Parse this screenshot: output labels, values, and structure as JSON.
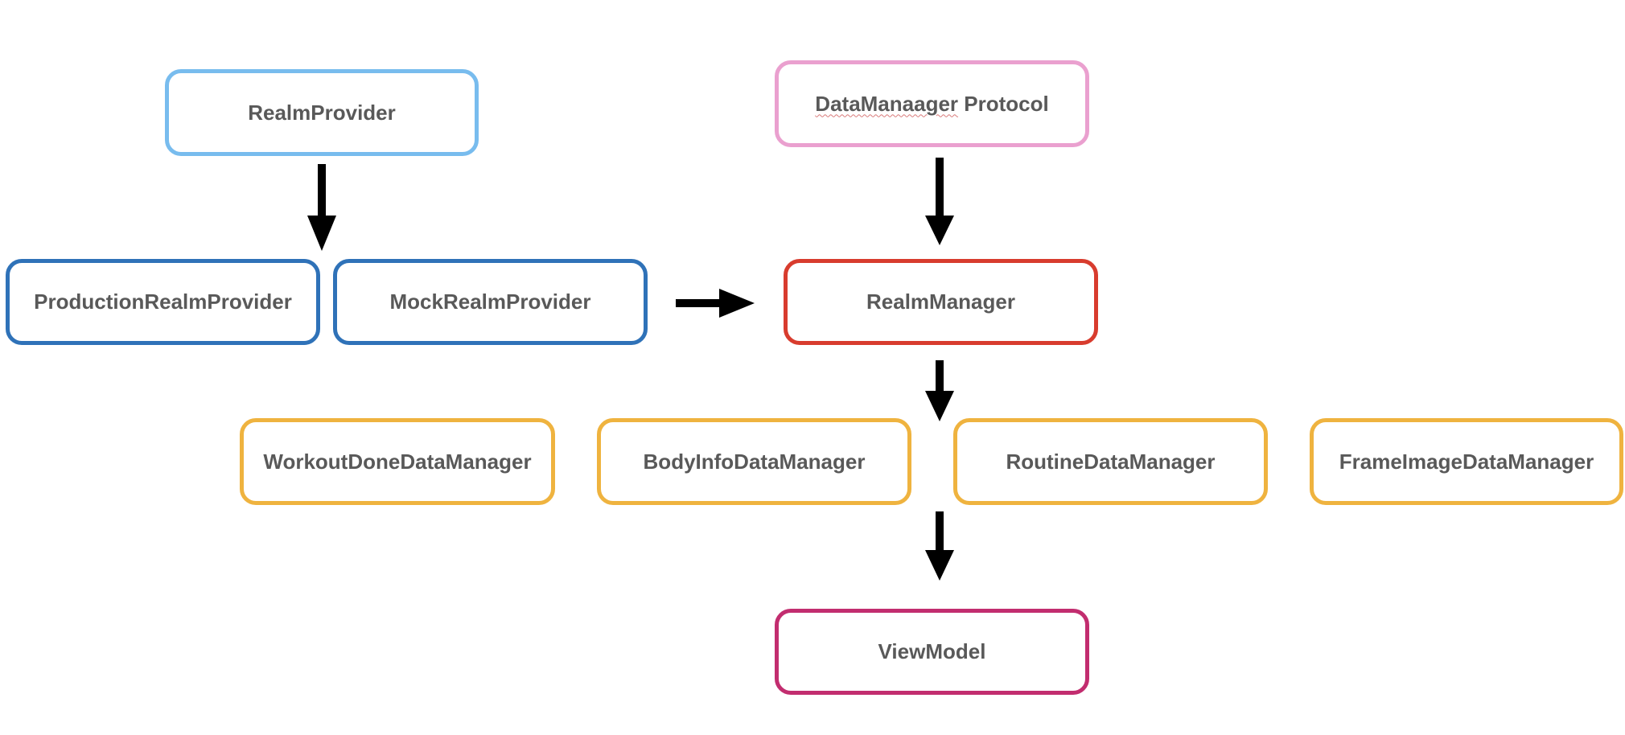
{
  "colors": {
    "light_blue": "#78bcee",
    "pink": "#eaa0cf",
    "dark_blue": "#2f72b8",
    "red": "#d83c2e",
    "orange": "#efb33f",
    "magenta": "#c22d6f",
    "text": "#595959",
    "arrow": "#000000"
  },
  "nodes": {
    "realm_provider": "RealmProvider",
    "data_manager_protocol": {
      "name": "DataManaager",
      "suffix": " Protocol"
    },
    "production_realm_provider": "ProductionRealmProvider",
    "mock_realm_provider": "MockRealmProvider",
    "realm_manager": "RealmManager",
    "workout_done_data_manager": "WorkoutDoneDataManager",
    "body_info_data_manager": "BodyInfoDataManager",
    "routine_data_manager": "RoutineDataManager",
    "frame_image_data_manager": "FrameImageDataManager",
    "view_model": "ViewModel"
  }
}
